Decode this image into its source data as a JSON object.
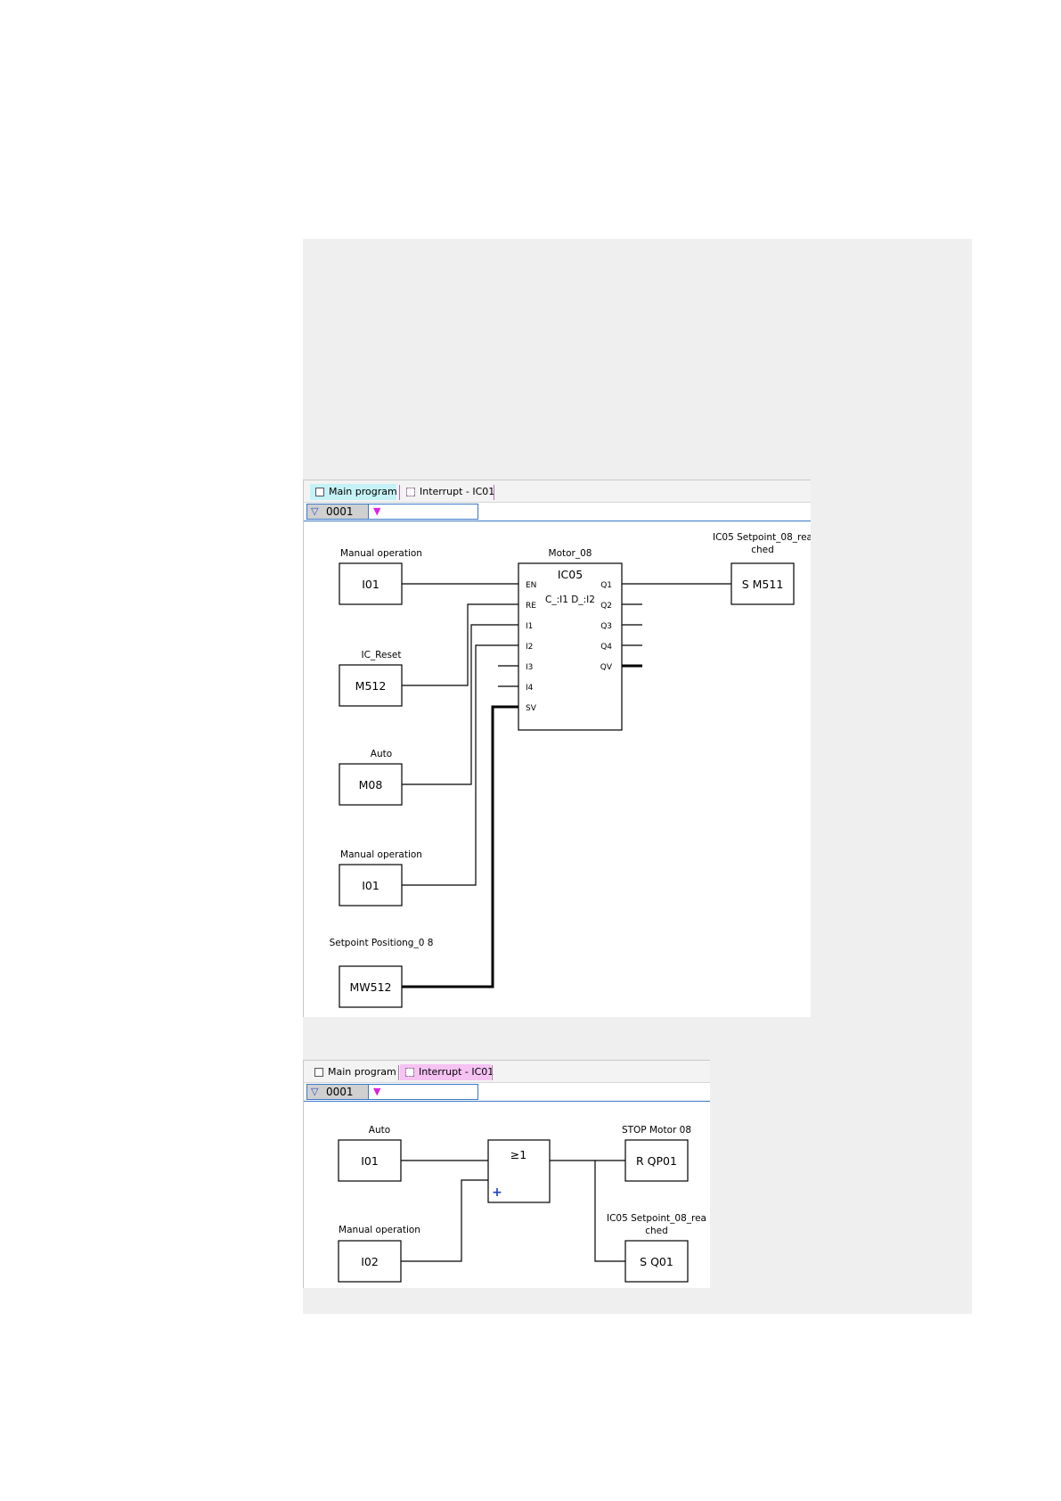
{
  "panels": [
    {
      "tabs": [
        {
          "label": "Main program",
          "active": true
        },
        {
          "label": "Interrupt - IC01",
          "active": false
        }
      ],
      "network_number": "0001",
      "left_contacts": [
        {
          "caption": "Manual operation",
          "operand": "I01"
        },
        {
          "caption": "IC_Reset",
          "operand": "M512"
        },
        {
          "caption": "Auto",
          "operand": "M08"
        },
        {
          "caption": "Manual operation",
          "operand": "I01"
        },
        {
          "caption": "Setpoint Positiong_0 8",
          "operand": "MW512"
        }
      ],
      "function_block": {
        "caption": "Motor_08",
        "name": "IC05",
        "parameters": "C_:I1 D_:I2",
        "inputs": [
          "EN",
          "RE",
          "I1",
          "I2",
          "I3",
          "I4",
          "SV"
        ],
        "outputs": [
          "Q1",
          "Q2",
          "Q3",
          "Q4",
          "QV"
        ]
      },
      "output_coil": {
        "caption_line1": "IC05 Setpoint_08_rea",
        "caption_line2": "ched",
        "operand": "S M511"
      }
    },
    {
      "tabs": [
        {
          "label": "Main program",
          "active": false
        },
        {
          "label": "Interrupt - IC01",
          "active": true
        }
      ],
      "network_number": "0001",
      "left_contacts": [
        {
          "caption": "Auto",
          "operand": "I01"
        },
        {
          "caption": "Manual operation",
          "operand": "I02"
        }
      ],
      "or_block": {
        "symbol": "≥1",
        "extend_symbol": "+"
      },
      "output_coils": [
        {
          "caption_line1": "STOP Motor 08",
          "caption_line2": "",
          "operand": "R QP01"
        },
        {
          "caption_line1": "IC05 Setpoint_08_rea",
          "caption_line2": "ched",
          "operand": "S Q01"
        }
      ]
    }
  ],
  "colors": {
    "page_background": "#ffffff",
    "outer_panel": "#efefef",
    "active_tab_main": "#c5f2f7",
    "active_tab_interrupt": "#f5c2f2",
    "network_border": "#3a78c8",
    "marker": "#e020e0"
  }
}
